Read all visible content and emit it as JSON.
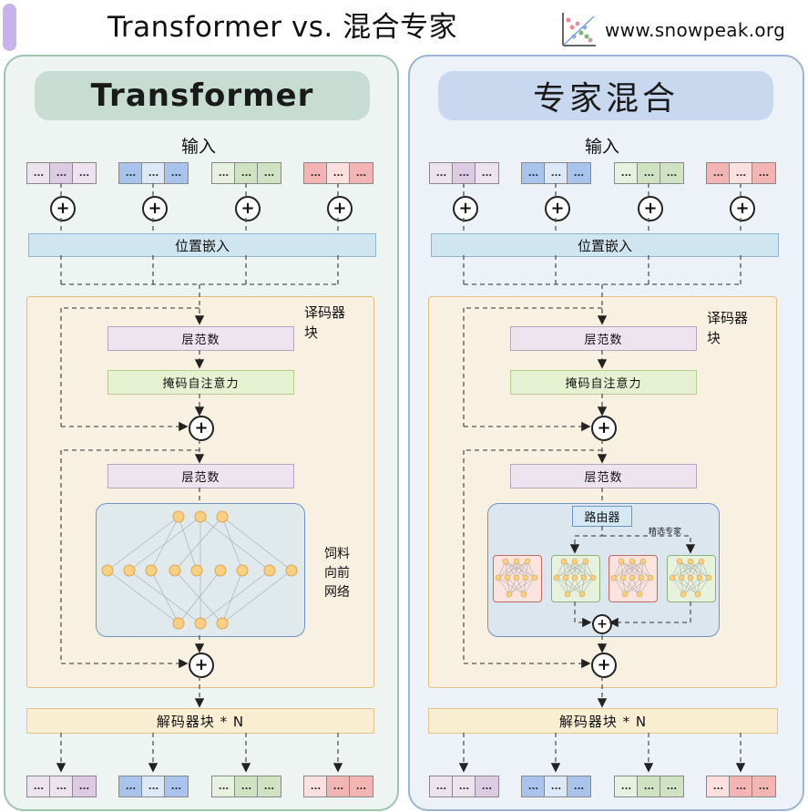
{
  "header": {
    "title": "Transformer vs. 混合专家",
    "site_url": "www.snowpeak.org",
    "logo_icon": "scatter-plot-logo-icon"
  },
  "left": {
    "title": "Transformer",
    "input_label": "输入",
    "positional_embedding": "位置嵌入",
    "decoder_block_label": "译码器块",
    "layer_norm_1": "层范数",
    "masked_attention": "掩码自注意力",
    "layer_norm_2": "层范数",
    "ffn_label": "饲料向前网络",
    "decoder_blocks_n": "解码器块 * N",
    "token_placeholder": "..."
  },
  "right": {
    "title": "专家混合",
    "input_label": "输入",
    "positional_embedding": "位置嵌入",
    "decoder_block_label": "译码器块",
    "layer_norm_1": "层范数",
    "masked_attention": "掩码自注意力",
    "layer_norm_2": "层范数",
    "router": "路由器",
    "selected_experts": "精选专家",
    "decoder_blocks_n": "解码器块 * N",
    "token_placeholder": "..."
  },
  "colors": {
    "accent": "#c7b2ec",
    "left_panel_border": "#9dc5ae",
    "right_panel_border": "#9ab4d2",
    "token_purple": "#dccbe2",
    "token_blue": "#a9c4ec",
    "token_green": "#cfe3c2",
    "token_red": "#f3b4b4",
    "neuron": "#f9cf82"
  }
}
